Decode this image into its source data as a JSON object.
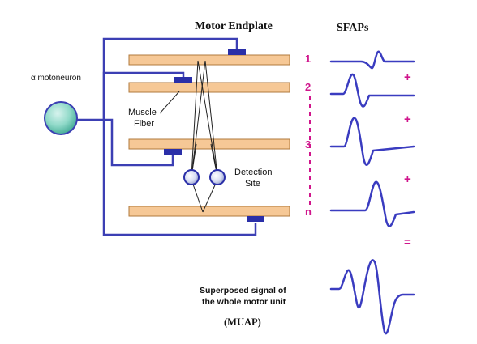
{
  "header": {
    "motor_endplate": "Motor Endplate",
    "sfaps": "SFAPs"
  },
  "labels": {
    "alpha_motoneuron": "α motoneuron",
    "muscle": "Muscle",
    "fiber": "Fiber",
    "detection": "Detection",
    "site": "Site",
    "superposed_line1": "Superposed signal of",
    "superposed_line2": "the whole motor unit",
    "muap": "(MUAP)"
  },
  "fibers": [
    {
      "number": "1"
    },
    {
      "number": "2"
    },
    {
      "number": "3"
    },
    {
      "number": "n"
    }
  ],
  "operators": [
    "+",
    "+",
    "+",
    "="
  ],
  "colors": {
    "wire": "#3c3fb4",
    "endplate": "#2a2fa8",
    "fiber_fill": "#f6c896",
    "fiber_stroke": "#b07a3c",
    "signal": "#3a3cc0",
    "accent_magenta": "#d0158c",
    "text": "#111111"
  }
}
